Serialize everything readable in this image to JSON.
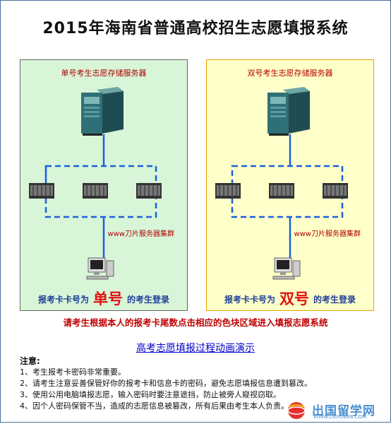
{
  "page": {
    "title": "2015年海南省普通高校招生志愿填报系统"
  },
  "zones": {
    "odd": {
      "header": "单号考生志愿存储服务器",
      "cluster": "www刀片服务器集群",
      "login_pre": "报考卡卡号为",
      "login_big": "单号",
      "login_post": "的考生登录",
      "color": "#d8f5d8"
    },
    "even": {
      "header": "双号考生志愿存储服务器",
      "cluster": "www刀片服务器集群",
      "login_pre": "报考卡卡号为",
      "login_big": "双号",
      "login_post": "的考生登录",
      "color": "#ffffc9"
    }
  },
  "instruction": "请考生根据本人的报考卡尾数点击相应的色块区域进入填报志愿系统",
  "demo_link": "高考志愿填报过程动画演示",
  "notes": {
    "heading": "注意:",
    "items": [
      "1、考生报考卡密码非常重要。",
      "2、请考生注意妥善保管好你的报考卡和信息卡的密码，避免志愿填报信息遭到篡改。",
      "3、使用公用电脑填报志愿，输入密码时要注意遮挡，防止被旁人窥视窃取。",
      "4、因个人密码保管不当，造成的志愿信息被篡改，所有后果由考生本人负责。"
    ]
  },
  "watermark": {
    "text": "出国留学网",
    "url": "WWW.LIUXUE86.COM"
  },
  "icons": {
    "tower": "tower-server-icon",
    "blade": "blade-server-icon",
    "pc": "desktop-computer-icon"
  }
}
